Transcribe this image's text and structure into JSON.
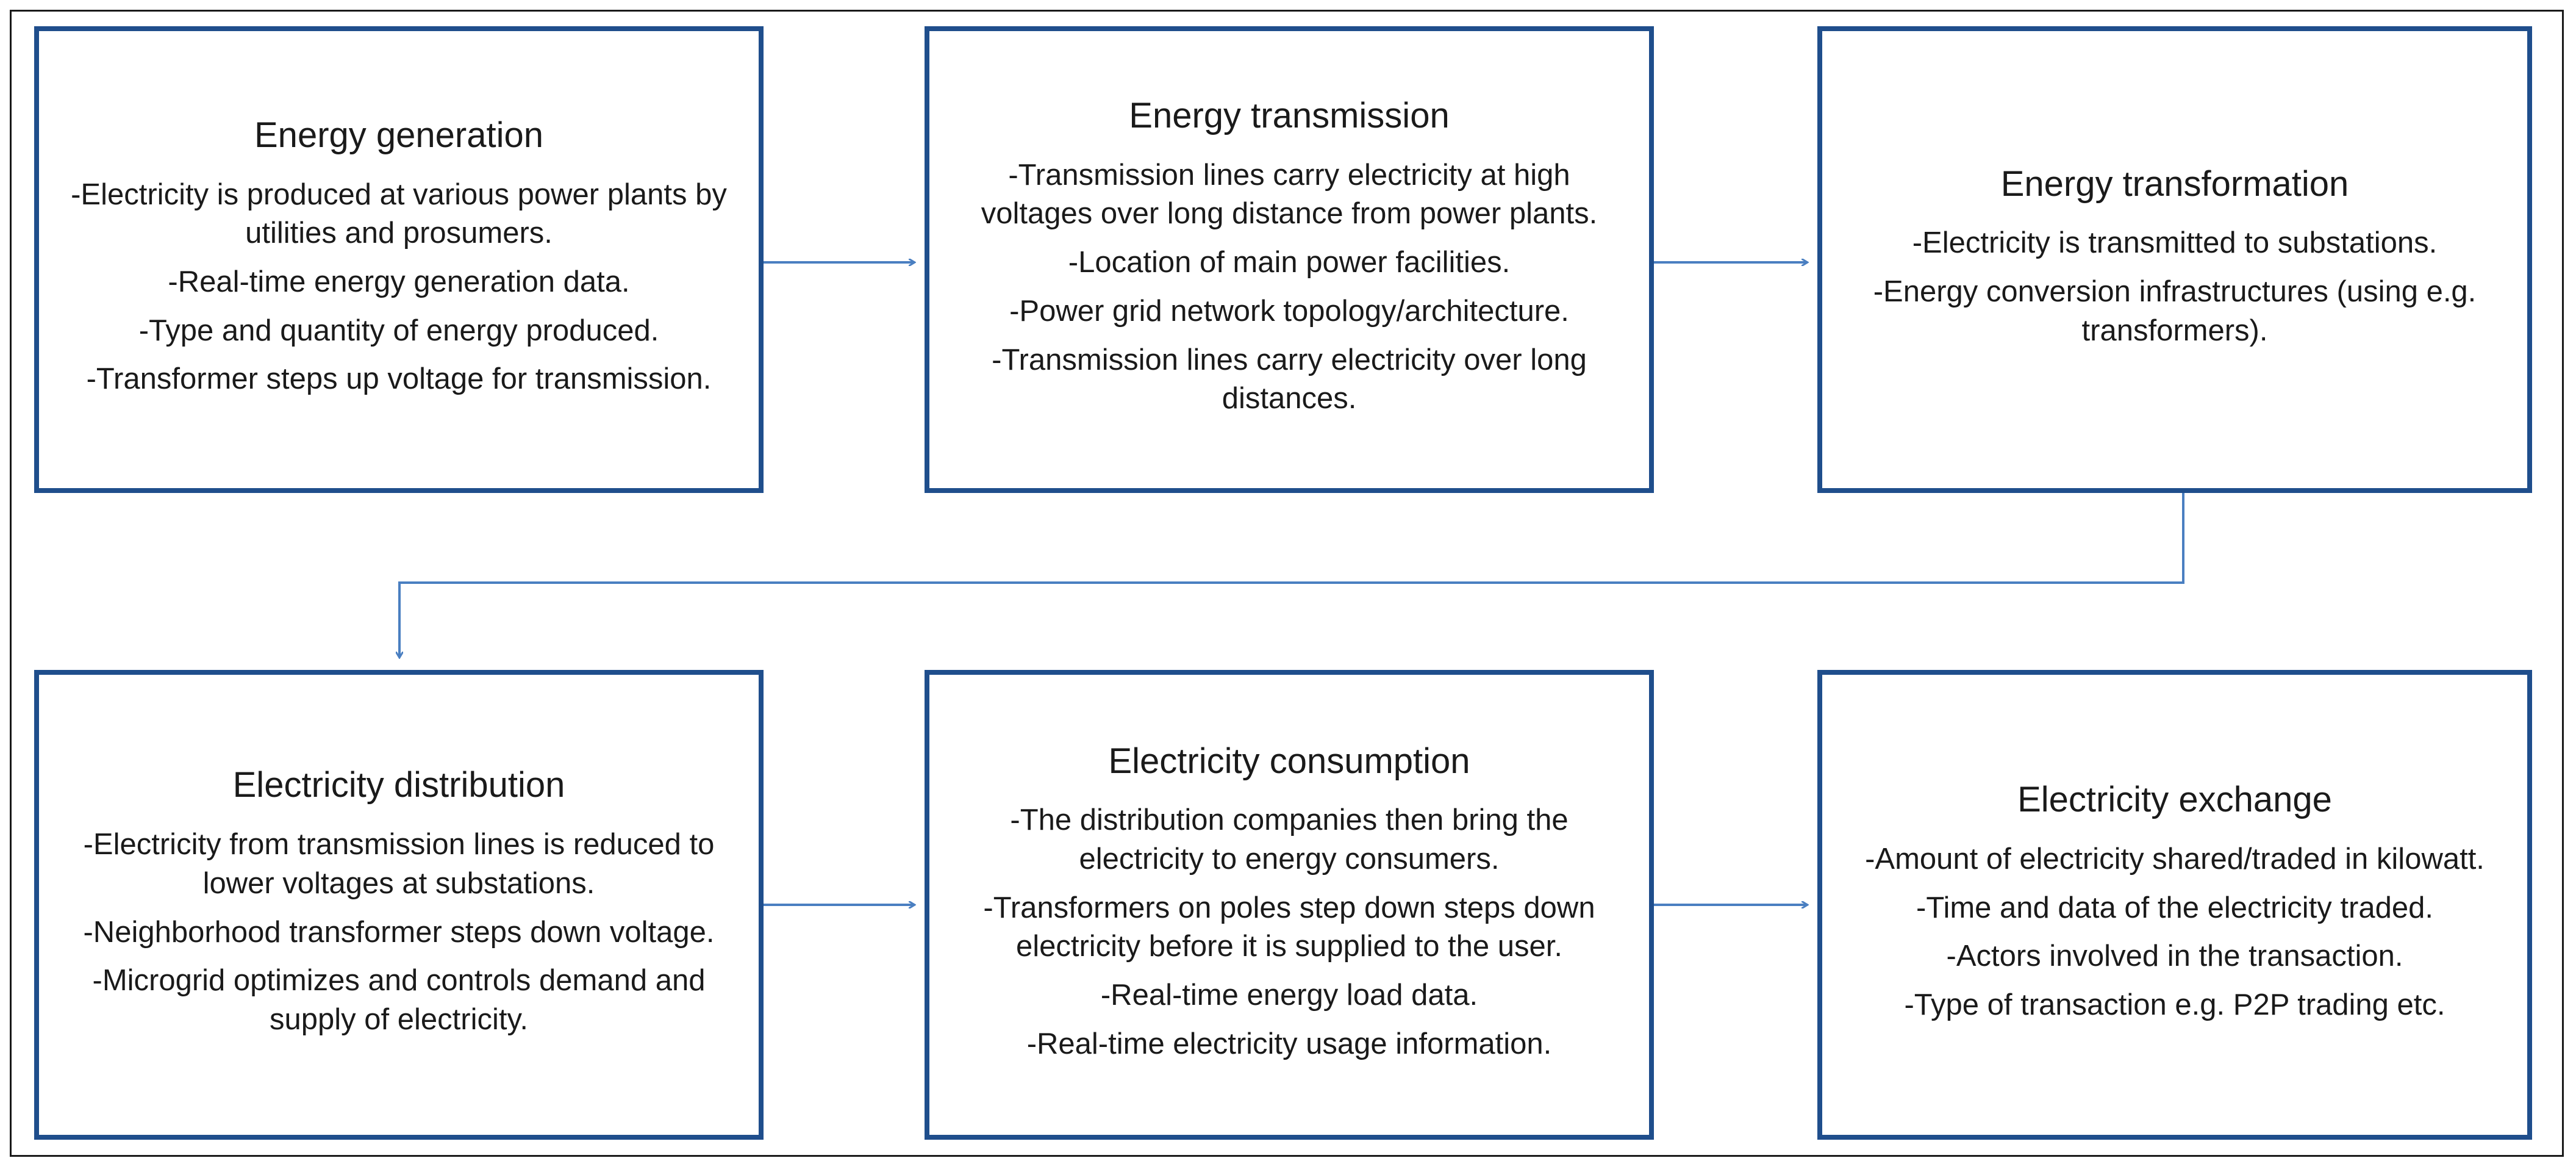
{
  "boxes": [
    {
      "id": "energy-generation",
      "title": "Energy generation",
      "lines": [
        "-Electricity is produced at various power plants by utilities and prosumers.",
        "-Real-time energy generation data.",
        "-Type and quantity of energy produced.",
        "-Transformer steps up voltage for transmission."
      ]
    },
    {
      "id": "energy-transmission",
      "title": "Energy transmission",
      "lines": [
        "-Transmission lines carry electricity at high voltages over long distance from power plants.",
        "-Location of main power facilities.",
        "-Power grid network topology/architecture.",
        "-Transmission lines carry electricity over long distances."
      ]
    },
    {
      "id": "energy-transformation",
      "title": "Energy transformation",
      "lines": [
        "-Electricity is transmitted to substations.",
        "-Energy conversion infrastructures (using e.g. transformers)."
      ]
    },
    {
      "id": "electricity-distribution",
      "title": "Electricity distribution",
      "lines": [
        "-Electricity from transmission lines is reduced to lower voltages at substations.",
        "-Neighborhood transformer steps down voltage.",
        "-Microgrid optimizes and controls demand and supply of electricity."
      ]
    },
    {
      "id": "electricity-consumption",
      "title": "Electricity consumption",
      "lines": [
        "-The distribution companies then bring the electricity to energy consumers.",
        "-Transformers on poles step down steps down electricity  before it is supplied to the user.",
        "-Real-time energy load data.",
        "-Real-time electricity usage information."
      ]
    },
    {
      "id": "electricity-exchange",
      "title": "Electricity exchange",
      "lines": [
        "-Amount of electricity shared/traded in kilowatt.",
        "-Time and data of the electricity traded.",
        "-Actors involved in the transaction.",
        "-Type of transaction e.g. P2P trading etc."
      ]
    }
  ],
  "colors": {
    "box_border": "#1f4e8c",
    "arrow": "#4a7fc1",
    "frame": "#1a1a1a"
  }
}
